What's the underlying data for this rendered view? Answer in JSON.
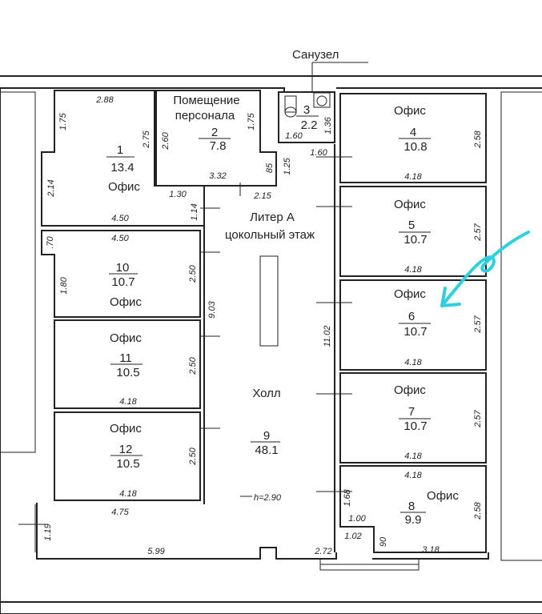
{
  "label": {
    "sanuzel": "Санузел",
    "pom1": "Помещение",
    "pom2": "персонала",
    "liter": "Литер А",
    "cokol": "цокольный этаж",
    "holl": "Холл",
    "height": "h=2.90",
    "ofis": "Офис"
  },
  "rooms": {
    "r1": {
      "num": "1",
      "area": "13.4"
    },
    "r2": {
      "num": "2",
      "area": "7.8"
    },
    "r3": {
      "num": "3",
      "area": "2.2"
    },
    "r4": {
      "num": "4",
      "area": "10.8"
    },
    "r5": {
      "num": "5",
      "area": "10.7"
    },
    "r6": {
      "num": "6",
      "area": "10.7"
    },
    "r7": {
      "num": "7",
      "area": "10.7"
    },
    "r8": {
      "num": "8",
      "area": "9.9"
    },
    "r9": {
      "num": "9",
      "area": "48.1"
    },
    "r10": {
      "num": "10",
      "area": "10.7"
    },
    "r11": {
      "num": "11",
      "area": "10.5"
    },
    "r12": {
      "num": "12",
      "area": "10.5"
    }
  },
  "dims": {
    "d288": "2.88",
    "d175a": "1.75",
    "d275": "2.75",
    "d214": "2.14",
    "d130": "1.30",
    "d450a": "4.50",
    "d114": "1.14",
    "d260": "2.60",
    "d175b": "1.75",
    "d332": "3.32",
    "d85": "85",
    "d215": "2.15",
    "d160a": "1.60",
    "d136": "1.36",
    "d160b": "1.60",
    "d125": "1.25",
    "d258a": "2.58",
    "d418a": "4.18",
    "d257a": "2.57",
    "d418b": "4.18",
    "d257b": "2.57",
    "d418c": "4.18",
    "d257c": "2.57",
    "d418d": "4.18",
    "d418e": "4.18",
    "d258b": "2.58",
    "d168": "1.68",
    "d100": "1.00",
    "d102": "1.02",
    "d90": "90",
    "d318": "3.18",
    "d70": ".70",
    "d450b": "4.50",
    "d180": "1.80",
    "d250a": "2.50",
    "d903": "9.03",
    "d1102": "11.02",
    "d250b": "2.50",
    "d418f": "4.18",
    "d250c": "2.50",
    "d418g": "4.18",
    "d475": "4.75",
    "d119": "1.19",
    "d599": "5.99",
    "d272": "2.72"
  },
  "colors": {
    "arrow": "#2ed0dd",
    "ink": "#222222"
  }
}
